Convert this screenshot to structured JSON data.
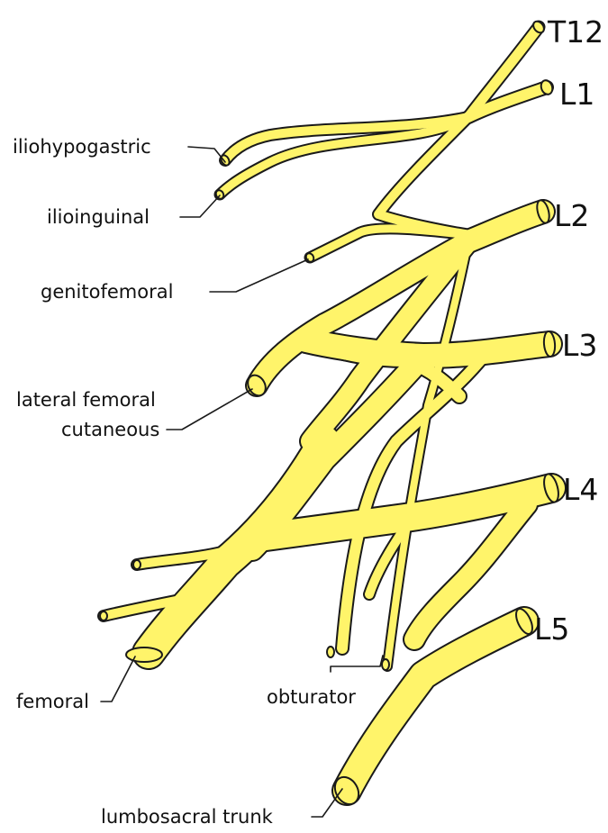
{
  "colors": {
    "nerve_fill": "#FFF46A",
    "nerve_outline": "#1a1a1a",
    "leader_line": "#1a1a1a",
    "background": "#ffffff"
  },
  "roots": {
    "t12": "T12",
    "l1": "L1",
    "l2": "L2",
    "l3": "L3",
    "l4": "L4",
    "l5": "L5"
  },
  "branches": {
    "iliohypogastric": "iliohypogastric",
    "ilioinguinal": "ilioinguinal",
    "genitofemoral": "genitofemoral",
    "lateral_femoral_line1": "lateral femoral",
    "lateral_femoral_line2": "cutaneous",
    "femoral": "femoral",
    "obturator": "obturator",
    "lumbosacral_trunk": "lumbosacral trunk"
  }
}
